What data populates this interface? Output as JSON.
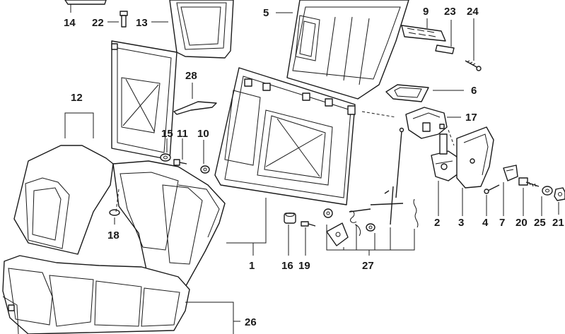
{
  "diagram": {
    "labels": [
      "14",
      "22",
      "13",
      "5",
      "9",
      "23",
      "24",
      "28",
      "6",
      "12",
      "15",
      "11",
      "10",
      "17",
      "18",
      "2",
      "3",
      "4",
      "7",
      "20",
      "25",
      "21",
      "1",
      "16",
      "19",
      "27",
      "26"
    ]
  }
}
